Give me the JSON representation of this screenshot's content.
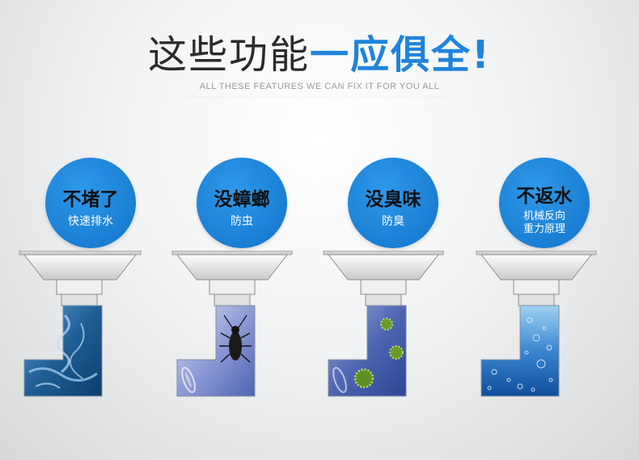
{
  "header": {
    "title_plain": "这些功能",
    "title_accent": "一应俱全!",
    "subtitle": "ALL THESE FEATURES WE CAN FIX IT FOR YOU ALL"
  },
  "features": [
    {
      "main": "不堵了",
      "sub": [
        "快速排水"
      ],
      "fill": "water"
    },
    {
      "main": "没蟑螂",
      "sub": [
        "防虫"
      ],
      "fill": "roach"
    },
    {
      "main": "没臭味",
      "sub": [
        "防臭"
      ],
      "fill": "germ"
    },
    {
      "main": "不返水",
      "sub": [
        "机械反向",
        "重力原理"
      ],
      "fill": "bubbles"
    }
  ],
  "colors": {
    "accent": "#1f84dc",
    "title": "#2b2b2b",
    "badge": "#1a7fd4"
  },
  "icons": [
    "cockroach-icon",
    "germ-icon",
    "bubble-icon"
  ]
}
